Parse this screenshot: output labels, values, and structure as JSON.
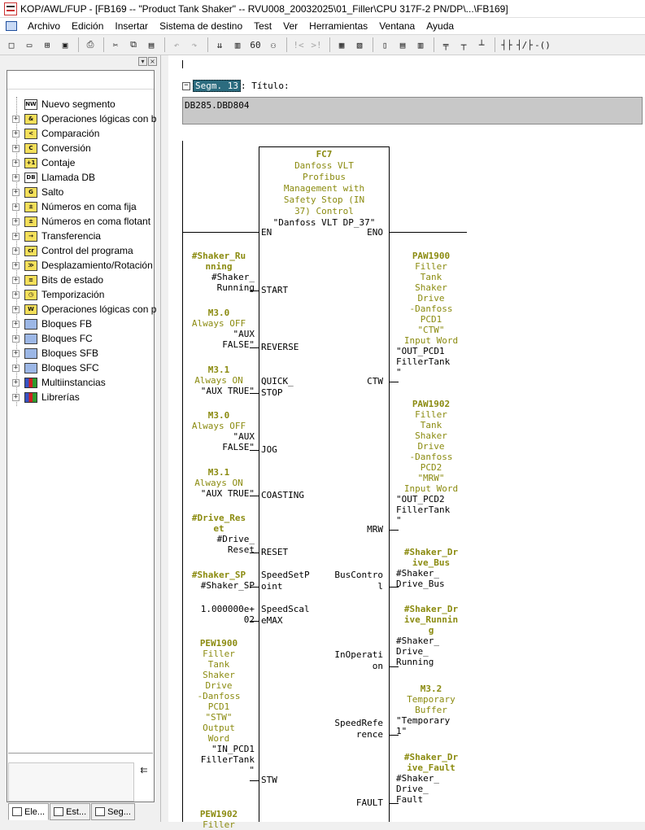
{
  "window": {
    "title": "KOP/AWL/FUP  - [FB169 -- \"Product Tank Shaker\" -- RVU008_20032025\\01_Filler\\CPU 317F-2 PN/DP\\...\\FB169]"
  },
  "menu": [
    "Archivo",
    "Edición",
    "Insertar",
    "Sistema de destino",
    "Test",
    "Ver",
    "Herramientas",
    "Ventana",
    "Ayuda"
  ],
  "toolbar": {
    "icons": [
      "new-icon",
      "open-icon",
      "network-icon",
      "save-icon",
      "print-icon",
      "cut-icon",
      "copy-icon",
      "paste-icon",
      "undo-icon",
      "redo-icon",
      "load-icon",
      "compile-icon",
      "monitor-icon",
      "glasses-icon",
      "prev-error-icon",
      "next-error-icon",
      "view-overview-icon",
      "view-detail-icon",
      "split-icon",
      "layout-icon",
      "columns-icon",
      "network-insert-icon",
      "branch-icon",
      "branch-close-icon",
      "contact-no-icon",
      "contact-nc-icon",
      "coil-icon"
    ],
    "glyphs": [
      "□",
      "▭",
      "⊞",
      "▣",
      "⎙",
      "✂",
      "⧉",
      "▤",
      "↶",
      "↷",
      "⇊",
      "▥",
      "60",
      "⚇",
      "!<",
      ">!",
      "▦",
      "▧",
      "▯",
      "▤",
      "▥",
      "╤",
      "┬",
      "┴",
      "┤├",
      "┤/├",
      "-()"
    ]
  },
  "tree": {
    "header": "Nuevo segmento",
    "items": [
      {
        "label": "Operaciones lógicas con b",
        "icon": "bit-logic-icon",
        "glyph": "&",
        "color": "yellow"
      },
      {
        "label": "Comparación",
        "icon": "comparison-icon",
        "glyph": "<",
        "color": "yellow"
      },
      {
        "label": "Conversión",
        "icon": "conversion-icon",
        "glyph": "C",
        "color": "yellow"
      },
      {
        "label": "Contaje",
        "icon": "counter-icon",
        "glyph": "+1",
        "color": "yellow"
      },
      {
        "label": "Llamada DB",
        "icon": "db-call-icon",
        "glyph": "DB",
        "color": "white"
      },
      {
        "label": "Salto",
        "icon": "jump-icon",
        "glyph": "G",
        "color": "yellow"
      },
      {
        "label": "Números en coma fija",
        "icon": "fixed-point-icon",
        "glyph": "±",
        "color": "yellow"
      },
      {
        "label": "Números en coma flotant",
        "icon": "floating-point-icon",
        "glyph": "±",
        "color": "yellow"
      },
      {
        "label": "Transferencia",
        "icon": "move-icon",
        "glyph": "→",
        "color": "yellow"
      },
      {
        "label": "Control del programa",
        "icon": "program-control-icon",
        "glyph": "cr",
        "color": "yellow"
      },
      {
        "label": "Desplazamiento/Rotación",
        "icon": "shift-icon",
        "glyph": "≫",
        "color": "yellow"
      },
      {
        "label": "Bits de estado",
        "icon": "status-bits-icon",
        "glyph": "≡",
        "color": "yellow"
      },
      {
        "label": "Temporización",
        "icon": "timer-icon",
        "glyph": "◷",
        "color": "yellow"
      },
      {
        "label": "Operaciones lógicas con p",
        "icon": "word-logic-icon",
        "glyph": "W",
        "color": "yellow"
      },
      {
        "label": "Bloques FB",
        "icon": "fb-blocks-icon",
        "glyph": "",
        "color": "blue"
      },
      {
        "label": "Bloques FC",
        "icon": "fc-blocks-icon",
        "glyph": "",
        "color": "blue"
      },
      {
        "label": "Bloques SFB",
        "icon": "sfb-blocks-icon",
        "glyph": "",
        "color": "blue"
      },
      {
        "label": "Bloques SFC",
        "icon": "sfc-blocks-icon",
        "glyph": "",
        "color": "blue"
      },
      {
        "label": "Multiinstancias",
        "icon": "multi-instance-icon",
        "glyph": "",
        "color": "multi"
      },
      {
        "label": "Librerías",
        "icon": "libraries-icon",
        "glyph": "",
        "color": "multi"
      }
    ]
  },
  "left_tabs": [
    "Ele...",
    "Est...",
    "Seg..."
  ],
  "segment": {
    "label": "Segm. 13",
    "title_text": ": Título:",
    "comment": "DB285.DBD804"
  },
  "block": {
    "name": "FC7",
    "comment_lines": [
      "Danfoss VLT",
      "Profibus",
      "Management with",
      "Safety Stop (IN",
      "37) Control"
    ],
    "symbol": "\"Danfoss VLT DP_37\"",
    "en": "EN",
    "eno": "ENO"
  },
  "inputs": [
    {
      "pin": "START",
      "pin_lines": [
        "START"
      ],
      "addr": [
        "#Shaker_Ru",
        "nning"
      ],
      "cmt": [],
      "sym": [
        "#Shaker_",
        "Running"
      ]
    },
    {
      "pin": "REVERSE",
      "pin_lines": [
        "REVERSE"
      ],
      "addr": [
        "M3.0"
      ],
      "cmt": [
        "Always OFF"
      ],
      "sym": [
        "\"AUX",
        "FALSE\""
      ]
    },
    {
      "pin": "QUICK_STOP",
      "pin_lines": [
        "QUICK_",
        "STOP"
      ],
      "addr": [
        "M3.1"
      ],
      "cmt": [
        "Always ON"
      ],
      "sym": [
        "\"AUX TRUE\""
      ]
    },
    {
      "pin": "JOG",
      "pin_lines": [
        "JOG"
      ],
      "addr": [
        "M3.0"
      ],
      "cmt": [
        "Always OFF"
      ],
      "sym": [
        "\"AUX",
        "FALSE\""
      ]
    },
    {
      "pin": "COASTING",
      "pin_lines": [
        "COASTING"
      ],
      "addr": [
        "M3.1"
      ],
      "cmt": [
        "Always ON"
      ],
      "sym": [
        "\"AUX TRUE\""
      ]
    },
    {
      "pin": "RESET",
      "pin_lines": [
        "RESET"
      ],
      "addr": [
        "#Drive_Res",
        "et"
      ],
      "cmt": [],
      "sym": [
        "#Drive_",
        "Reset"
      ]
    },
    {
      "pin": "SpeedSetPoint",
      "pin_lines": [
        "SpeedSetP",
        "oint"
      ],
      "addr": [
        "#Shaker_SP"
      ],
      "cmt": [],
      "sym": [
        "#Shaker_SP"
      ]
    },
    {
      "pin": "SpeedScaleMAX",
      "pin_lines": [
        "SpeedScal",
        "eMAX"
      ],
      "addr": [],
      "cmt": [],
      "sym": [
        "1.000000e+",
        "02"
      ]
    },
    {
      "pin": "STW",
      "pin_lines": [
        "STW"
      ],
      "addr": [
        "PEW1900"
      ],
      "cmt": [
        "Filler",
        "Tank",
        "Shaker",
        "Drive",
        "-Danfoss",
        "PCD1",
        "\"STW\"",
        "Output",
        "Word"
      ],
      "sym": [
        "\"IN_PCD1",
        "FillerTank",
        "\""
      ]
    },
    {
      "pin": "",
      "pin_lines": [],
      "addr": [
        "PEW1902"
      ],
      "cmt": [
        "Filler"
      ],
      "sym": []
    }
  ],
  "outputs": [
    {
      "pin": "CTW",
      "pin_lines": [
        "CTW"
      ],
      "addr": [
        "PAW1900"
      ],
      "cmt": [
        "Filler",
        "Tank",
        "Shaker",
        "Drive",
        "-Danfoss",
        "PCD1",
        "\"CTW\"",
        "Input Word"
      ],
      "sym": [
        "\"OUT_PCD1",
        "FillerTank",
        "\""
      ]
    },
    {
      "pin": "MRW",
      "pin_lines": [
        "MRW"
      ],
      "addr": [
        "PAW1902"
      ],
      "cmt": [
        "Filler",
        "Tank",
        "Shaker",
        "Drive",
        "-Danfoss",
        "PCD2",
        "\"MRW\"",
        "Input Word"
      ],
      "sym": [
        "\"OUT_PCD2",
        "FillerTank",
        "\""
      ]
    },
    {
      "pin": "BusControl",
      "pin_lines": [
        "BusContro",
        "l"
      ],
      "addr": [
        "#Shaker_Dr",
        "ive_Bus"
      ],
      "cmt": [],
      "sym": [
        "#Shaker_",
        "Drive_Bus"
      ]
    },
    {
      "pin": "InOperation",
      "pin_lines": [
        "InOperati",
        "on"
      ],
      "addr": [
        "#Shaker_Dr",
        "ive_Runnin",
        "g"
      ],
      "cmt": [],
      "sym": [
        "#Shaker_",
        "Drive_",
        "Running"
      ]
    },
    {
      "pin": "SpeedReference",
      "pin_lines": [
        "SpeedRefe",
        "rence"
      ],
      "addr": [
        "M3.2"
      ],
      "cmt": [
        "Temporary",
        "Buffer"
      ],
      "sym": [
        "\"Temporary",
        "1\""
      ]
    },
    {
      "pin": "FAULT",
      "pin_lines": [
        "FAULT"
      ],
      "addr": [
        "#Shaker_Dr",
        "ive_Fault"
      ],
      "cmt": [],
      "sym": [
        "#Shaker_",
        "Drive_",
        "Fault"
      ]
    }
  ]
}
